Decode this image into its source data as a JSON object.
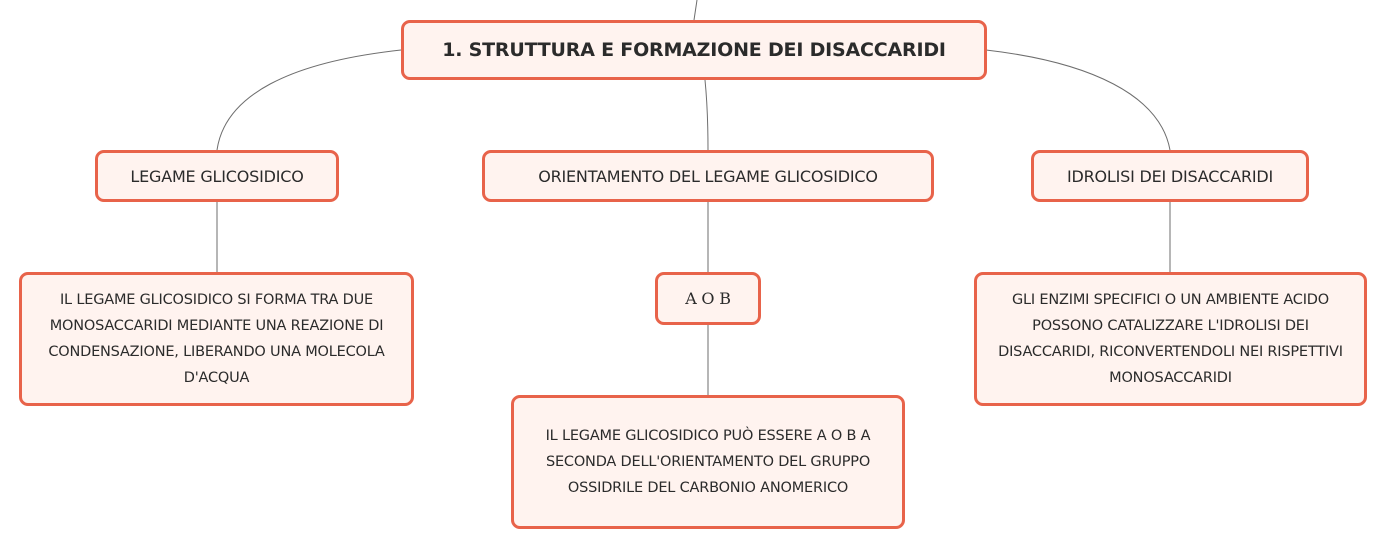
{
  "map": {
    "root": "1. STRUTTURA E FORMAZIONE DEI DISACCARIDI",
    "branches": [
      {
        "label": "LEGAME GLICOSIDICO",
        "detail": "IL LEGAME GLICOSIDICO SI FORMA TRA DUE MONOSACCARIDI MEDIANTE UNA REAZIONE DI CONDENSAZIONE, LIBERANDO UNA MOLECOLA D'ACQUA"
      },
      {
        "label": "ORIENTAMENTO DEL LEGAME GLICOSIDICO",
        "sub": "Α O Β",
        "detail": "IL LEGAME GLICOSIDICO PUÒ ESSERE Α O Β A SECONDA DELL'ORIENTAMENTO DEL GRUPPO OSSIDRILE DEL CARBONIO ANOMERICO"
      },
      {
        "label": "IDROLISI DEI DISACCARIDI",
        "detail": "GLI ENZIMI SPECIFICI O UN AMBIENTE ACIDO POSSONO CATALIZZARE L'IDROLISI DEI DISACCARIDI, RICONVERTENDOLI NEI RISPETTIVI MONOSACCARIDI"
      }
    ]
  }
}
